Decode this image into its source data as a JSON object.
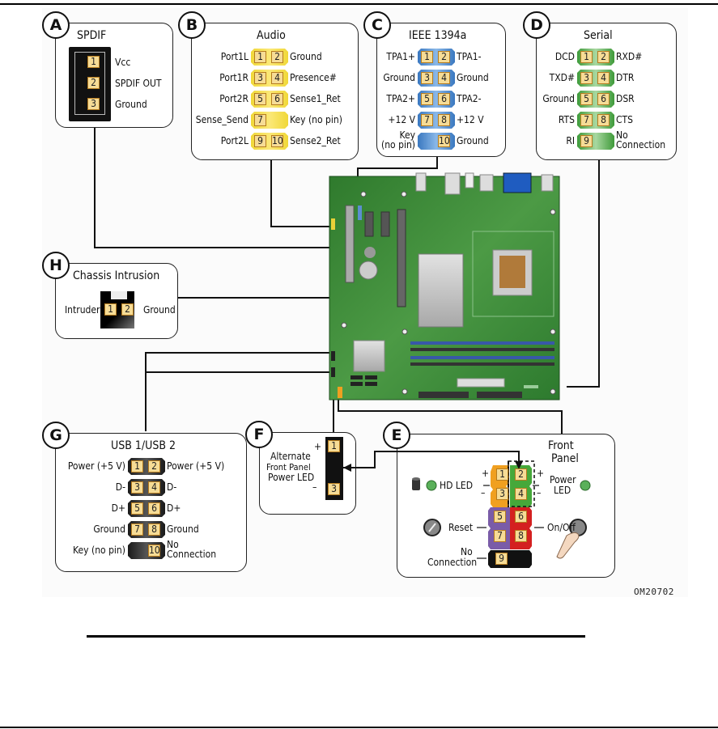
{
  "figure_id": "OM20702",
  "panels": {
    "A": {
      "badge": "A",
      "title": "SPDIF",
      "pins": [
        {
          "num": "1",
          "label": "Vcc"
        },
        {
          "num": "2",
          "label": "SPDIF OUT"
        },
        {
          "num": "3",
          "label": "Ground"
        }
      ]
    },
    "B": {
      "badge": "B",
      "title": "Audio",
      "color": "#f0d838",
      "rows": [
        {
          "left": "Port1L",
          "p1": "1",
          "p2": "2",
          "right": "Ground"
        },
        {
          "left": "Port1R",
          "p1": "3",
          "p2": "4",
          "right": "Presence#"
        },
        {
          "left": "Port2R",
          "p1": "5",
          "p2": "6",
          "right": "Sense1_Ret"
        },
        {
          "left": "Sense_Send",
          "p1": "7",
          "p2": "",
          "right": "Key (no pin)"
        },
        {
          "left": "Port2L",
          "p1": "9",
          "p2": "10",
          "right": "Sense2_Ret"
        }
      ]
    },
    "C": {
      "badge": "C",
      "title": "IEEE 1394a",
      "color": "#3a78c0",
      "rows": [
        {
          "left": "TPA1+",
          "p1": "1",
          "p2": "2",
          "right": "TPA1-"
        },
        {
          "left": "Ground",
          "p1": "3",
          "p2": "4",
          "right": "Ground"
        },
        {
          "left": "TPA2+",
          "p1": "5",
          "p2": "6",
          "right": "TPA2-"
        },
        {
          "left": "+12 V",
          "p1": "7",
          "p2": "8",
          "right": "+12 V"
        },
        {
          "left": "Key (no pin)",
          "left1": "Key",
          "left2": "(no pin)",
          "p1": "",
          "p2": "10",
          "right": "Ground"
        }
      ]
    },
    "D": {
      "badge": "D",
      "title": "Serial",
      "color": "#3f9a3a",
      "rows": [
        {
          "left": "DCD",
          "p1": "1",
          "p2": "2",
          "right": "RXD#"
        },
        {
          "left": "TXD#",
          "p1": "3",
          "p2": "4",
          "right": "DTR"
        },
        {
          "left": "Ground",
          "p1": "5",
          "p2": "6",
          "right": "DSR"
        },
        {
          "left": "RTS",
          "p1": "7",
          "p2": "8",
          "right": "CTS"
        },
        {
          "left": "RI",
          "p1": "9",
          "p2": "",
          "right": "No Connection",
          "right1": "No",
          "right2": "Connection"
        }
      ]
    },
    "H": {
      "badge": "H",
      "title": "Chassis Intrusion",
      "left": "Intruder",
      "p1": "1",
      "p2": "2",
      "right": "Ground"
    },
    "G": {
      "badge": "G",
      "title": "USB 1/USB 2",
      "color": "#1a1a1a",
      "rows": [
        {
          "left": "Power (+5 V)",
          "p1": "1",
          "p2": "2",
          "right": "Power (+5 V)"
        },
        {
          "left": "D-",
          "p1": "3",
          "p2": "4",
          "right": "D-"
        },
        {
          "left": "D+",
          "p1": "5",
          "p2": "6",
          "right": "D+"
        },
        {
          "left": "Ground",
          "p1": "7",
          "p2": "8",
          "right": "Ground"
        },
        {
          "left": "Key (no pin)",
          "p1": "",
          "p2": "10",
          "right": "No Connection",
          "right1": "No",
          "right2": "Connection"
        }
      ]
    },
    "F": {
      "badge": "F",
      "title1": "Alternate",
      "title2": "Front Panel",
      "title3": "Power LED",
      "plus": "+",
      "minus": "–",
      "pins": [
        "1",
        "3"
      ]
    },
    "E": {
      "badge": "E",
      "title1": "Front",
      "title2": "Panel",
      "hd_led": "HD LED",
      "power_led1": "Power",
      "power_led2": "LED",
      "reset": "Reset",
      "onoff": "On/Off",
      "nc1": "No",
      "nc2": "Connection",
      "plus": "+",
      "minus": "–",
      "pins": [
        "1",
        "2",
        "3",
        "4",
        "5",
        "6",
        "7",
        "8",
        "9"
      ],
      "colors": {
        "hd_led": "#f0a020",
        "power_led": "#46a83a",
        "reset": "#7a5ca8",
        "onoff": "#d42020",
        "nc": "#111111"
      }
    }
  },
  "board": {
    "color": "#3f8a3a",
    "dimm_color": "#3858a8",
    "vga_color": "#1f5cc0"
  }
}
